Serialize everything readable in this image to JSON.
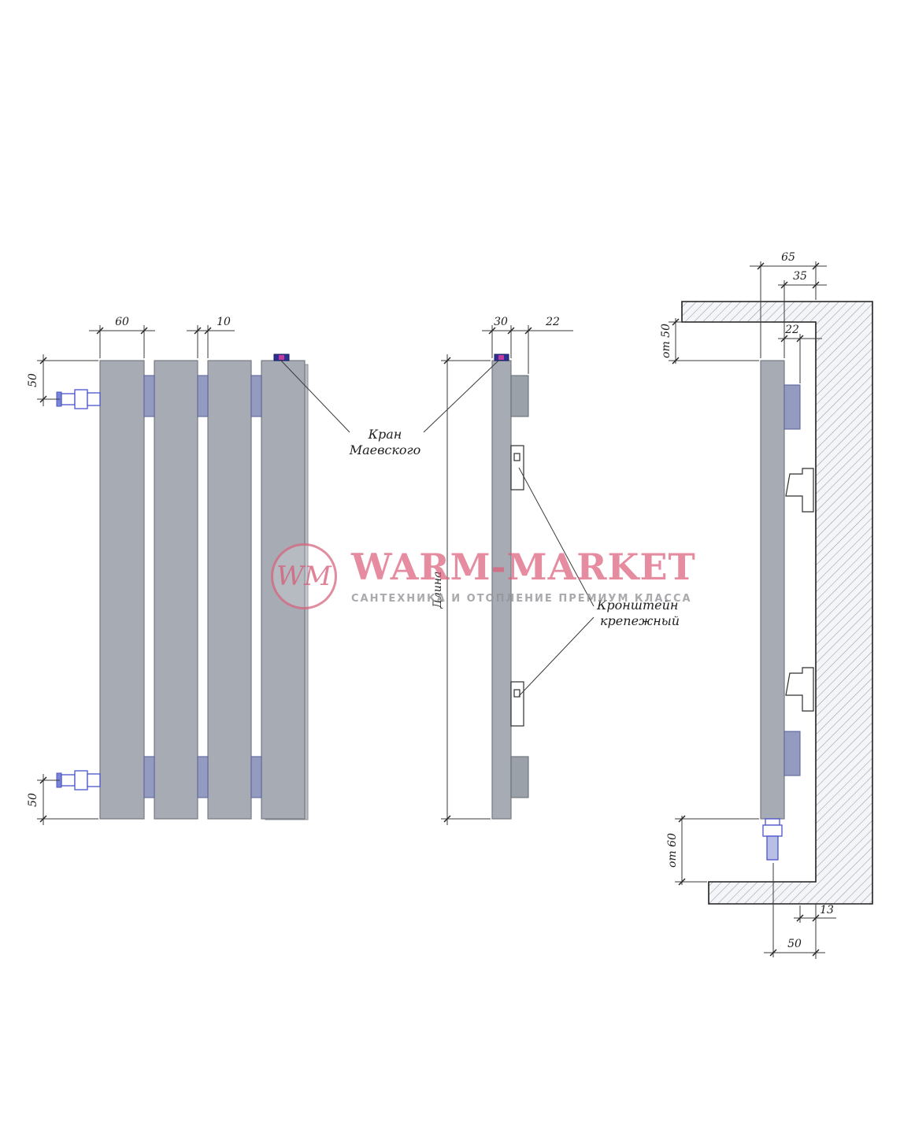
{
  "watermark": {
    "logo": "WM",
    "title": "WARM-MARKET",
    "subtitle": "САНТЕХНИКА И ОТОПЛЕНИЕ ПРЕМИУМ КЛАССА"
  },
  "annotations": {
    "kran_line1": "Кран",
    "kran_line2": "Маевского",
    "bracket_line1": "Кронштейн",
    "bracket_line2": "крепежный",
    "length_label": "Длина"
  },
  "dimensions": {
    "front": {
      "panel_width": "60",
      "panel_gap": "10",
      "top_pipe_offset": "50",
      "bottom_pipe_offset": "50"
    },
    "side": {
      "depth": "30",
      "collector_depth": "22"
    },
    "section": {
      "total_depth": "65",
      "back_depth": "35",
      "collector_depth": "22",
      "top_clearance": "от 50",
      "bottom_clearance": "от 60",
      "wall_gap": "13",
      "bottom_depth": "50"
    }
  },
  "colors": {
    "panel_gray": "#a7acb4",
    "collector_blue_gray": "#949bc0",
    "valve_blue": "#2e3192",
    "watermark_pink": "#dc5a76",
    "line": "#3a3a3a"
  }
}
